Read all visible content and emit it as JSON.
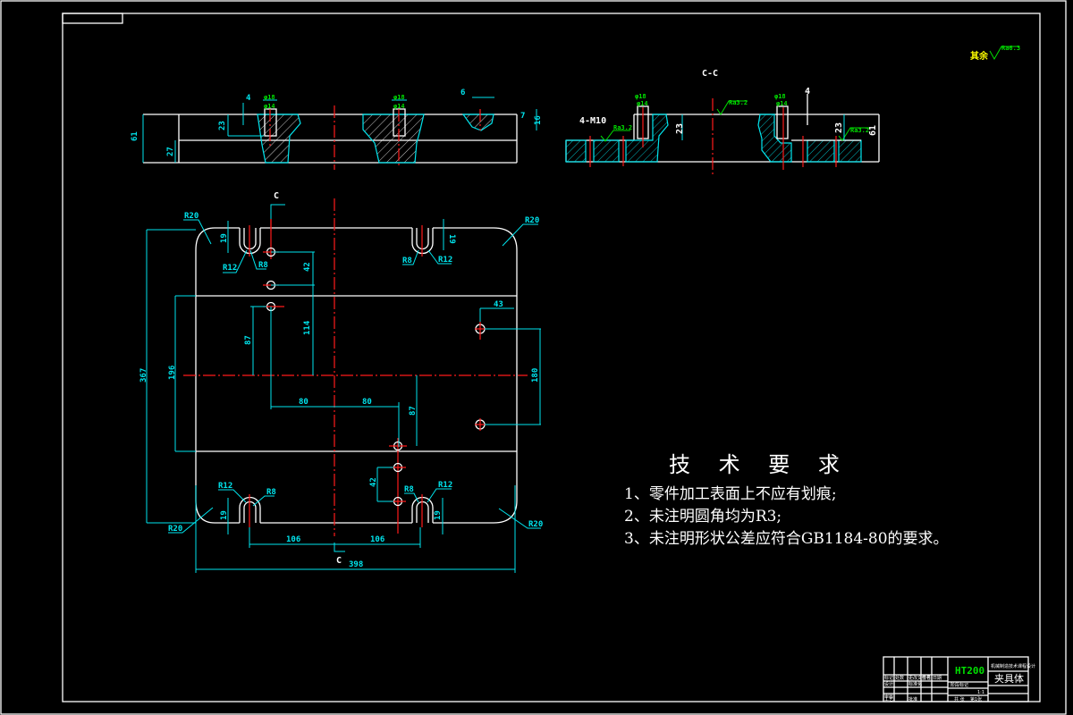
{
  "drawing": {
    "section_label": "C-C",
    "section_marker": "C",
    "roughness_other": "其余",
    "roughness_symbol": "Ra6.3",
    "roughness_value": "Ra3.2",
    "hole_callout": "4-M10"
  },
  "top_view_dims": {
    "overall_height": "61",
    "lower_height": "27",
    "slot_depth": "23",
    "chamfer": "4",
    "slot_w_outer": "φ18",
    "slot_w_inner": "φ14",
    "right_gap": "6",
    "right_height": "16",
    "right_small": "7"
  },
  "section_dims": {
    "left_outer": "φ18",
    "left_inner": "φ14",
    "right_outer": "φ18",
    "right_inner": "φ14",
    "left_depth": "23",
    "right_depth": "23",
    "right_chamfer": "4",
    "total_height": "61"
  },
  "plan_dims": {
    "corner_radius": "R20",
    "slot_outer_radius": "R12",
    "slot_inner_radius": "R8",
    "slot_depth": "19",
    "total_length": "367",
    "inner_length": "196",
    "hole_spacing_top": "42",
    "offset_114": "114",
    "offset_87": "87",
    "offset_87b": "87",
    "horiz_80a": "80",
    "horiz_80b": "80",
    "right_offset": "43",
    "right_spacing": "180",
    "hole_spacing_bottom": "42",
    "half_width_left": "106",
    "half_width_right": "106",
    "total_width": "398"
  },
  "tech_requirements": {
    "title": "技 术 要 求",
    "items": [
      "1、零件加工表面上不应有划痕;",
      "2、未注明圆角均为R3;",
      "3、未注明形状公差应符合GB1184-80的要求。"
    ]
  },
  "title_block": {
    "material": "HT200",
    "part_name": "夹具体",
    "school": "机械制造技术课程设计",
    "scale": "1:1",
    "sheet": "第1张",
    "headers": [
      "标记",
      "处数",
      "更改文件号",
      "签名",
      "日期"
    ],
    "roles": [
      "设计",
      "审核",
      "工艺"
    ],
    "stage_label": "阶段标记",
    "weight_label": "重量",
    "scale_label": "比例",
    "standard": "标准化",
    "approve": "批准",
    "count_label": "共 张"
  }
}
